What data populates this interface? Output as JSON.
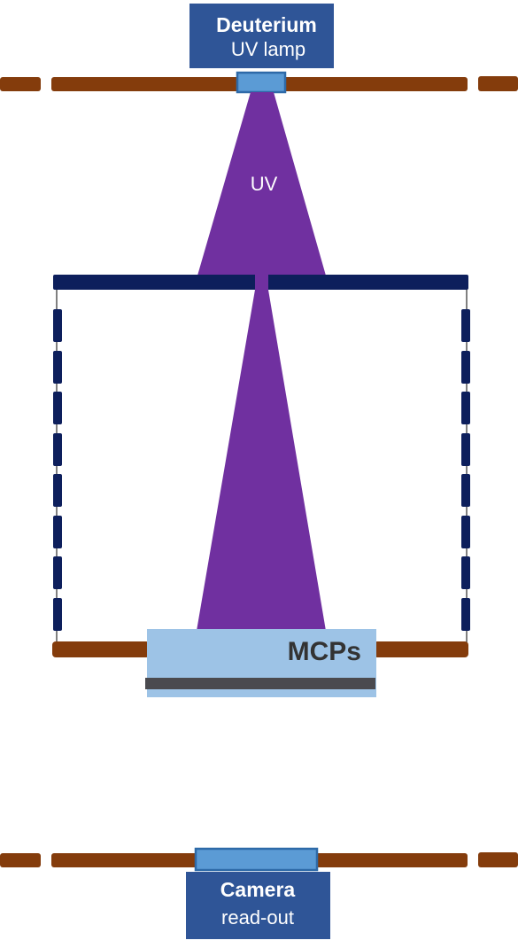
{
  "lamp": {
    "title": "Deuterium",
    "subtitle": "UV lamp"
  },
  "beam": {
    "label": "UV"
  },
  "detector": {
    "label": "MCPs"
  },
  "camera": {
    "title": "Camera",
    "subtitle": "read-out"
  },
  "colors": {
    "brown_plate": "#843C0C",
    "navy_electrode": "#0D1F5C",
    "uv_purple": "#7030A0",
    "label_box_blue": "#2F5597",
    "window_blue": "#5B9BD5",
    "mcp_light_blue": "#9DC3E6",
    "mcp_dark_bar": "#4A4A4F",
    "text_white": "#FFFFFF",
    "text_dark": "#333333"
  },
  "icons": [
    "lamp-window-icon",
    "camera-window-icon"
  ]
}
